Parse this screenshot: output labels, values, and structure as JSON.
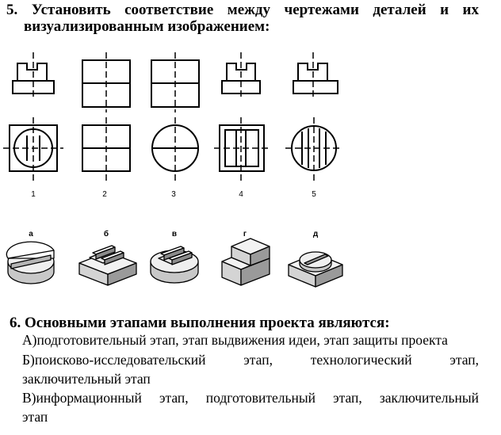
{
  "question5": {
    "line1": "5. Установить соответствие между чертежами деталей и их",
    "line2": "визуализированным изображением:"
  },
  "drawing_labels": [
    "1",
    "2",
    "3",
    "4",
    "5"
  ],
  "model_labels": [
    "а",
    "б",
    "в",
    "г",
    "д"
  ],
  "question6": {
    "title": "6.  Основными этапами выполнения проекта являются:",
    "option_a": "А)подготовительный этап, этап выдвижения идеи, этап защиты проекта",
    "option_b_line1": "Б)поисково-исследовательский этап, технологический этап,",
    "option_b_line2": "заключительный этап",
    "option_c_line1": "В)информационный этап, подготовительный этап, заключительный",
    "option_c_line2": "этап"
  }
}
